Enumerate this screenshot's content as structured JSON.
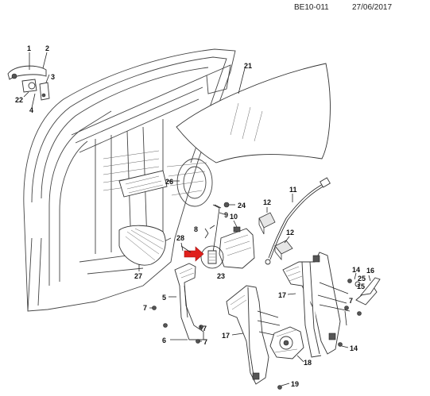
{
  "header": {
    "code": "BE10-011",
    "date": "27/06/2017"
  },
  "callouts": {
    "c1": "1",
    "c2": "2",
    "c3": "3",
    "c4": "4",
    "c22": "22",
    "c21": "21",
    "c26": "26",
    "c24": "24",
    "c11": "11",
    "c9": "9",
    "c8": "8",
    "c12a": "12",
    "c12b": "12",
    "c10": "10",
    "c28": "28",
    "c27": "27",
    "c23": "23",
    "c5": "5",
    "c7a": "7",
    "c6": "6",
    "c7b": "7",
    "c7c": "7",
    "c17a": "17",
    "c17b": "17",
    "c14a": "14",
    "c16": "16",
    "c25": "25",
    "c15": "15",
    "c7d": "7",
    "c14b": "14",
    "c18": "18",
    "c19": "19"
  },
  "colors": {
    "arrow": "#e0201c",
    "line": "#222222",
    "shade": "#cfcfcf"
  }
}
